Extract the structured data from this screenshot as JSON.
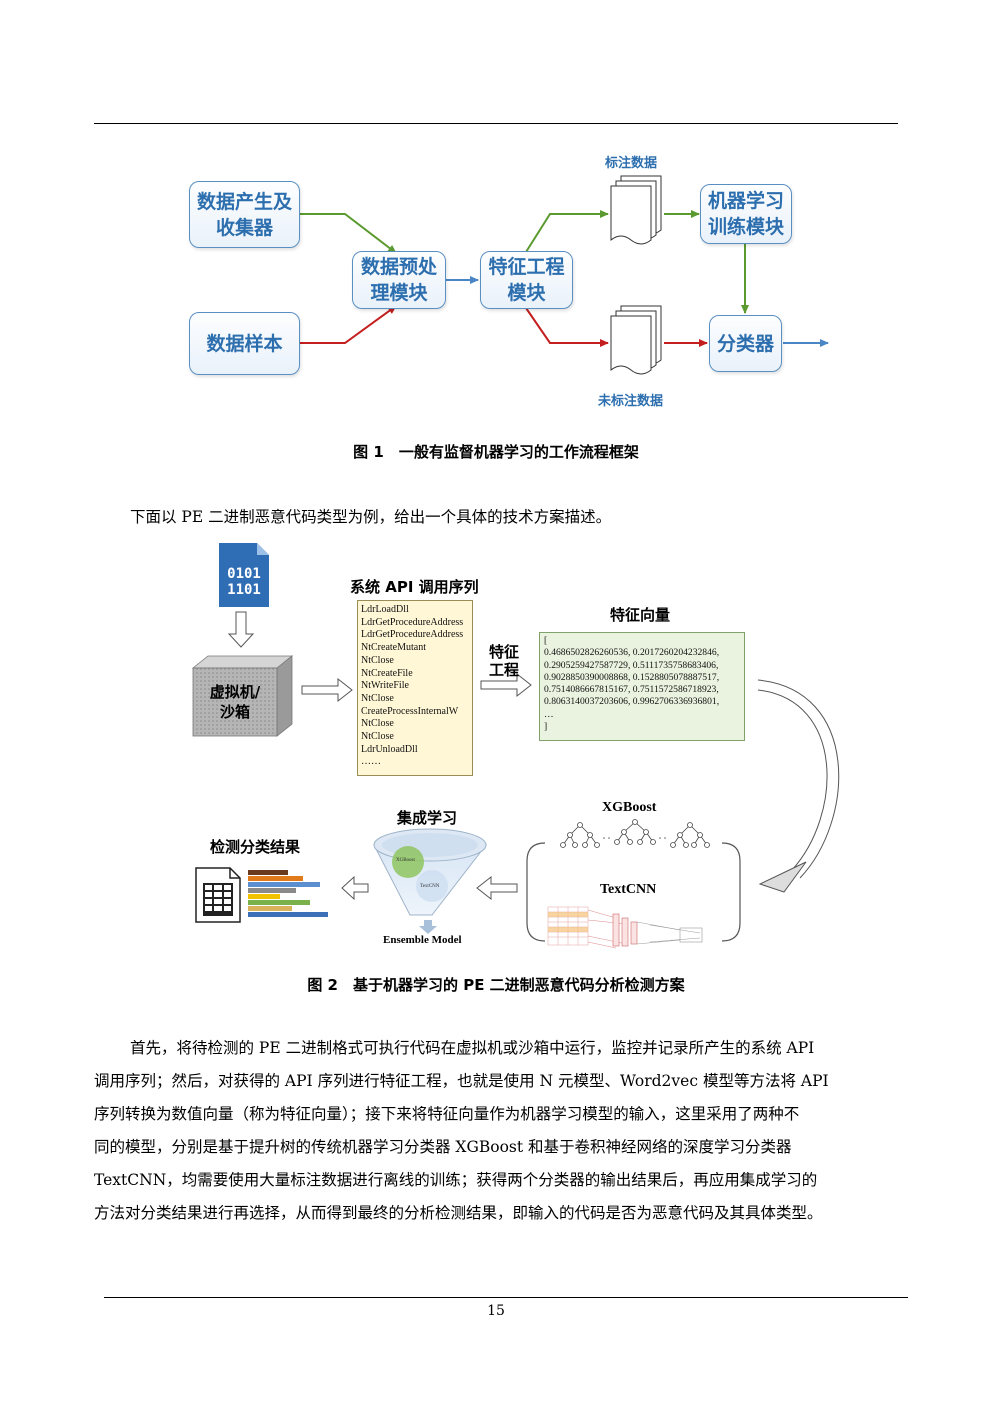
{
  "figure1": {
    "box_collector": "数据产生及\n收集器",
    "box_sample": "数据样本",
    "box_preprocess": "数据预处\n理模块",
    "box_feature": "特征工程\n模块",
    "box_training": "机器学习\n训练模块",
    "box_classifier": "分类器",
    "label_labeled": "标注数据",
    "label_unlabeled": "未标注数据",
    "caption": "图 1　一般有监督机器学习的工作流程框架",
    "colors": {
      "green": "#5a9a2e",
      "red": "#c41f1f",
      "blue": "#4a86c5"
    }
  },
  "intro_sentence": "下面以 PE 二进制恶意代码类型为例，给出一个具体的技术方案描述。",
  "figure2": {
    "file_icon_text": [
      "0101",
      "1101"
    ],
    "vm_label": "虚拟机/\n沙箱",
    "api_title": "系统 API 调用序列",
    "api_calls": [
      "LdrLoadDll",
      "LdrGetProcedureAddress",
      "LdrGetProcedureAddress",
      "NtCreateMutant",
      "NtClose",
      "NtCreateFile",
      "NtWriteFile",
      "NtClose",
      "CreateProcessInternalW",
      "NtClose",
      "NtClose",
      "LdrUnloadDll",
      "……"
    ],
    "feature_eng_label": "特征\n工程",
    "vector_title": "特征向量",
    "vector_lines": [
      "[",
      "0.4686502826260536, 0.2017260204232846,",
      "0.2905259427587729, 0.5111735758683406,",
      "0.9028850390008868, 0.1528805078887517,",
      "0.7514086667815167, 0.7511572586718923,",
      "0.8063140037203606, 0.9962706336936801,",
      "…",
      "]"
    ],
    "xgboost_label": "XGBoost",
    "textcnn_label": "TextCNN",
    "ensemble_title": "集成学习",
    "ensemble_caption": "Ensemble Model",
    "ensemble_xgb": "XGBoost",
    "ensemble_tcnn": "TextCNN",
    "result_title": "检测分类结果",
    "caption": "图 2　基于机器学习的 PE 二进制恶意代码分析检测方案"
  },
  "paragraph_lines": [
    "首先，将待检测的 PE 二进制格式可执行代码在虚拟机或沙箱中运行，监控并记录所产生的系统 API",
    "调用序列；然后，对获得的 API 序列进行特征工程，也就是使用 N 元模型、Word2vec 模型等方法将 API",
    "序列转换为数值向量（称为特征向量）；接下来将特征向量作为机器学习模型的输入，这里采用了两种不",
    "同的模型，分别是基于提升树的传统机器学习分类器 XGBoost 和基于卷积神经网络的深度学习分类器",
    "TextCNN，均需要使用大量标注数据进行离线的训练；获得两个分类器的输出结果后，再应用集成学习的",
    "方法对分类结果进行再选择，从而得到最终的分析检测结果，即输入的代码是否为恶意代码及其具体类型。"
  ],
  "page_number": "15"
}
